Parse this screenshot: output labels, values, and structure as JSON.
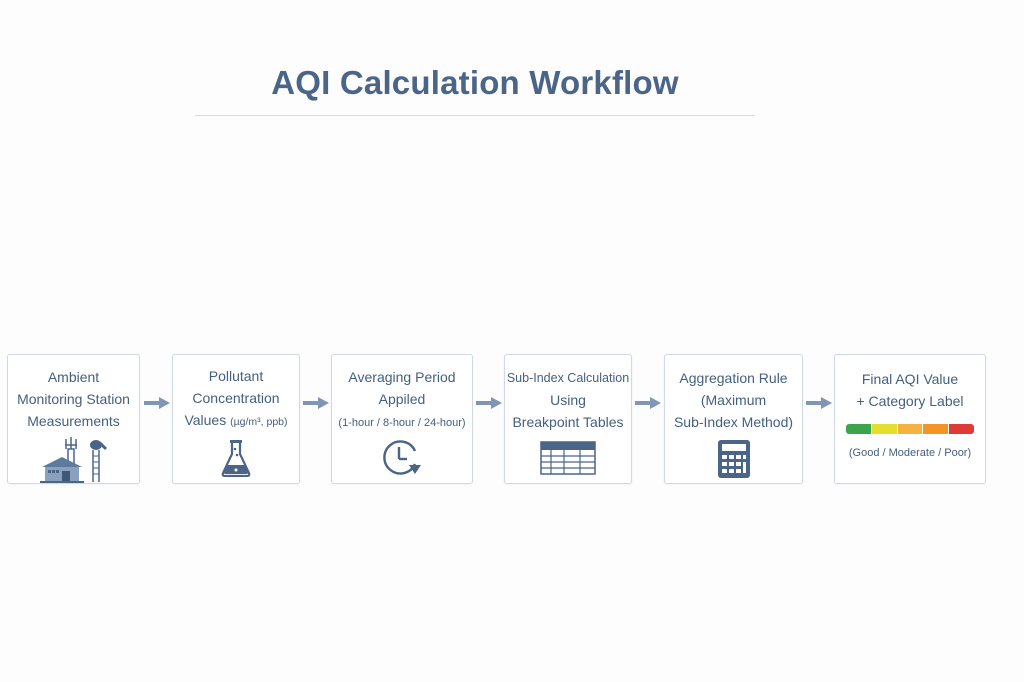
{
  "header": {
    "title": "AQI Calculation Workflow"
  },
  "steps": [
    {
      "lines": [
        "Ambient",
        "Monitoring Station",
        "Measurements"
      ],
      "icon": "monitoring-station-icon"
    },
    {
      "lines": [
        "Pollutant",
        "Concentration",
        "Values"
      ],
      "unit": "(µg/m³, ppb)",
      "icon": "flask-icon"
    },
    {
      "lines": [
        "Averaging Period",
        "Appiled"
      ],
      "sub": "(1-hour / 8-hour / 24-hour)",
      "icon": "clock-icon"
    },
    {
      "lines": [
        "Sub-Index Calculation",
        "Using",
        "Breakpoint Tables"
      ],
      "icon": "table-icon"
    },
    {
      "lines": [
        "Aggregation Rule",
        "(Maximum",
        "Sub-Index Method)"
      ],
      "icon": "calculator-icon"
    },
    {
      "lines": [
        "Final AQI Value",
        "+ Category Label"
      ],
      "sub": "(Good / Moderate / Poor)",
      "icon": "aqi-color-scale"
    }
  ],
  "aqi_scale_colors": [
    "#3aa54a",
    "#e3df2c",
    "#f6b23f",
    "#f39526",
    "#e03a35"
  ],
  "colors": {
    "primary": "#4a6587",
    "border": "#cfd8e3",
    "arrow": "#7f97b4"
  }
}
